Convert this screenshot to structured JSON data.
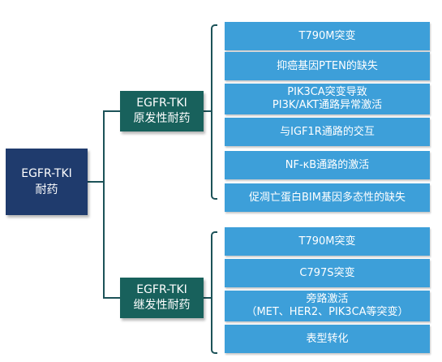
{
  "root": {
    "line1": "EGFR-TKI",
    "line2": "耐药"
  },
  "primary": {
    "line1": "EGFR-TKI",
    "line2": "原发性耐药",
    "items": [
      {
        "line1": "T790M突变",
        "line2": ""
      },
      {
        "line1": "抑癌基因PTEN的缺失",
        "line2": ""
      },
      {
        "line1": "PIK3CA突变导致",
        "line2": "PI3K/AKT通路异常激活"
      },
      {
        "line1": "与IGF1R通路的交互",
        "line2": ""
      },
      {
        "line1": "NF-κB通路的激活",
        "line2": ""
      },
      {
        "line1": "促凋亡蛋白BIM基因多态性的缺失",
        "line2": ""
      }
    ]
  },
  "secondary": {
    "line1": "EGFR-TKI",
    "line2": "继发性耐药",
    "items": [
      {
        "line1": "T790M突变",
        "line2": ""
      },
      {
        "line1": "C797S突变",
        "line2": ""
      },
      {
        "line1": "旁路激活",
        "line2": "（MET、HER2、PIK3CA等突变）"
      },
      {
        "line1": "表型转化",
        "line2": ""
      }
    ]
  },
  "colors": {
    "root_fill": "#1f3b6d",
    "group_fill": "#18615c",
    "leaf_fill": "#3d9fd9",
    "connector": "#1c5258"
  }
}
